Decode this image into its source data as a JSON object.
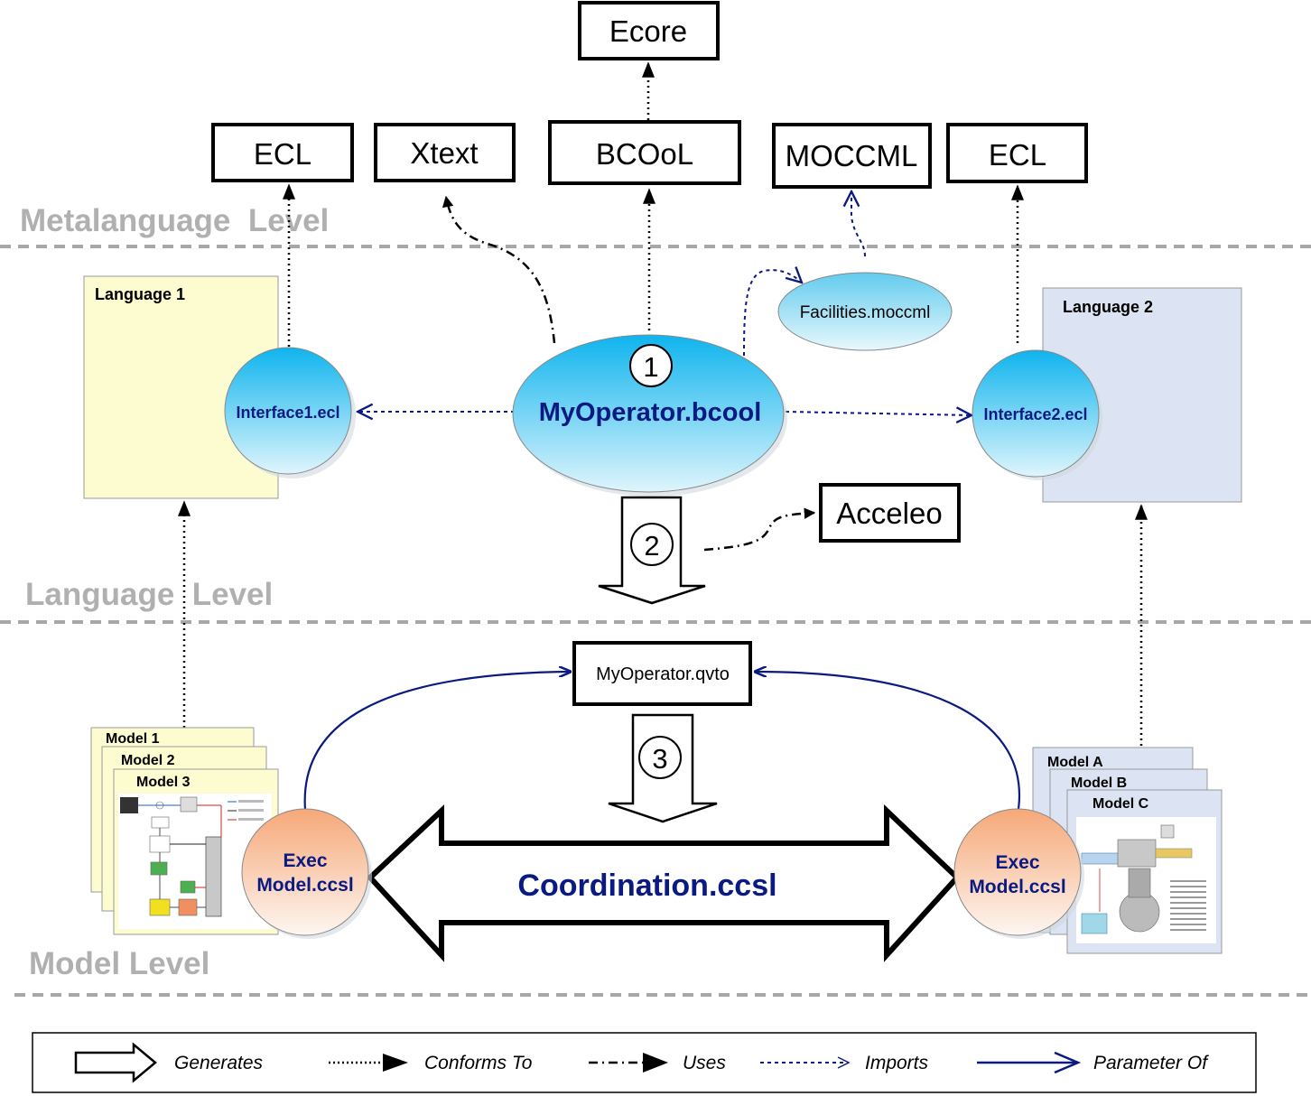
{
  "levels": {
    "metalanguage": "Metalanguage  Level",
    "language": "Language  Level",
    "model": "Model Level"
  },
  "meta_boxes": {
    "ecore": "Ecore",
    "ecl_left": "ECL",
    "xtext": "Xtext",
    "bcool": "BCOoL",
    "moccml": "MOCCML",
    "ecl_right": "ECL",
    "acceleo": "Acceleo"
  },
  "languages": {
    "lang1": "Language 1",
    "lang2": "Language 2",
    "interface1": "Interface1.ecl",
    "interface2": "Interface2.ecl",
    "facilities": "Facilities.moccml",
    "operator": "MyOperator.bcool",
    "qvto": "MyOperator.qvto"
  },
  "steps": [
    "1",
    "2",
    "3"
  ],
  "models": {
    "left": [
      "Model 1",
      "Model 2",
      "Model 3"
    ],
    "right": [
      "Model A",
      "Model B",
      "Model C"
    ],
    "exec_left": [
      "Exec",
      "Model.ccsl"
    ],
    "exec_right": [
      "Exec",
      "Model.ccsl"
    ],
    "coordination": "Coordination.ccsl"
  },
  "legend": {
    "generates": "Generates",
    "conforms_to": "Conforms To",
    "uses": "Uses",
    "imports": "Imports",
    "parameter_of": "Parameter Of"
  },
  "colors": {
    "level_text": "#b0b0b0",
    "navy": "#0a1a80",
    "lang1_fill": "#fdfbd0",
    "lang2_fill": "#dce3f2",
    "blue_ellipse_top": "#10b8f0",
    "blue_ellipse_bottom": "#d8f3fc",
    "exec_fill_top": "#f7b486",
    "exec_fill_bottom": "#fdf4ee"
  }
}
